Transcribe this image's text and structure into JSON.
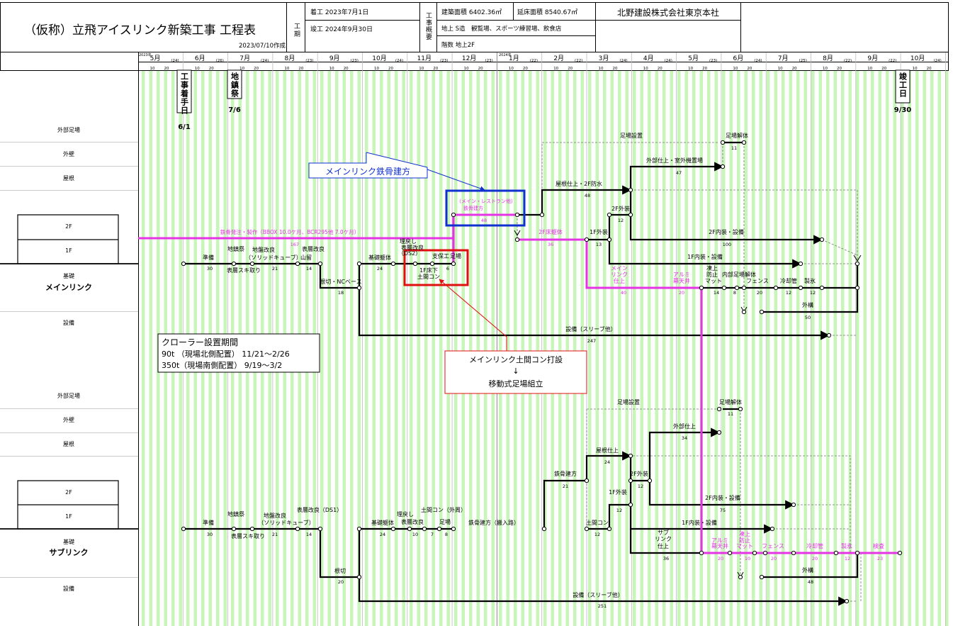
{
  "header": {
    "title": "（仮称）立飛アイスリンク新築工事 工程表",
    "created": "2023/07/10作成",
    "period_label": "工期",
    "start": "着工 2023年7月1日",
    "end": "竣工 2024年9月30日",
    "overview_label": "工事概要",
    "area1": "建築面積 6402.36㎡",
    "area2": "延床面積 8540.67㎡",
    "structure": "地上 S造　観覧場、スポーツ練習場、飲食店",
    "floors": "階数 地上2F",
    "company": "北野建設株式会社東京本社"
  },
  "timeline": {
    "year_start": "2023年",
    "year_2024": "2024年",
    "months": [
      {
        "label": "5月",
        "days": "(24)"
      },
      {
        "label": "6月",
        "days": "(26)"
      },
      {
        "label": "7月",
        "days": "(24)"
      },
      {
        "label": "8月",
        "days": "(23)"
      },
      {
        "label": "9月",
        "days": "(23)"
      },
      {
        "label": "10月",
        "days": "(24)"
      },
      {
        "label": "11月",
        "days": "(23)"
      },
      {
        "label": "12月",
        "days": "(23)"
      },
      {
        "label": "1月",
        "days": "(22)"
      },
      {
        "label": "2月",
        "days": "(22)"
      },
      {
        "label": "3月",
        "days": "(24)"
      },
      {
        "label": "4月",
        "days": "(24)"
      },
      {
        "label": "5月",
        "days": "(23)"
      },
      {
        "label": "6月",
        "days": "(24)"
      },
      {
        "label": "7月",
        "days": "(25)"
      },
      {
        "label": "8月",
        "days": "(22)"
      },
      {
        "label": "9月",
        "days": "(22)"
      },
      {
        "label": "10月",
        "days": "(24)"
      }
    ],
    "tick_10": "10",
    "tick_20": "20"
  },
  "milestones": {
    "start_label": "工事着手日",
    "start_date": "6/1",
    "ground_label": "地鎮祭",
    "ground_date": "7/6",
    "finish_label": "竣工日",
    "finish_date": "9/30"
  },
  "rows_main": {
    "title1": "基礎",
    "title2": "メインリンク",
    "labels": [
      "外部足場",
      "外壁",
      "屋根",
      "2F",
      "1F",
      "設備"
    ]
  },
  "rows_sub": {
    "title1": "基礎",
    "title2": "サブリンク",
    "labels": [
      "外部足場",
      "外壁",
      "屋根",
      "2F",
      "1F",
      "設備"
    ]
  },
  "callouts": {
    "steel": "メインリンク鉄骨建方",
    "crawler_title": "クローラー設置期間",
    "crawler_1": "90t （現場北側配置） 11/21～2/26",
    "crawler_2": "350t（現場南側配置） 9/19～3/2",
    "slab_1": "メインリンク土間コン打設",
    "slab_arrow": "↓",
    "slab_2": "移動式足場組立"
  },
  "tasks_main": [
    {
      "label": "鉄骨発注・製作（BBOX 10.0ケ月、BCR295他 7.0ケ月）",
      "num": "167"
    },
    {
      "label": "準備",
      "num": "30"
    },
    {
      "label": "地鎮祭",
      "num": ""
    },
    {
      "label": "表層スキ取り",
      "num": ""
    },
    {
      "label": "地盤改良",
      "num": ""
    },
    {
      "label": "（ソリッドキューブ）",
      "num": "21"
    },
    {
      "label": "表層改良",
      "num": ""
    },
    {
      "label": "山留",
      "num": "14"
    },
    {
      "label": "根切・NCベース",
      "num": "18"
    },
    {
      "label": "基礎躯体",
      "num": "24"
    },
    {
      "label": "埋戻し",
      "num": ""
    },
    {
      "label": "表層改良",
      "num": ""
    },
    {
      "label": "（DS2）",
      "num": ""
    },
    {
      "label": "1F床下",
      "num": ""
    },
    {
      "label": "土間コン",
      "num": ""
    },
    {
      "label": "支保工",
      "num": ""
    },
    {
      "label": "足場",
      "num": "6"
    },
    {
      "label": "（メイン・レストラン他）",
      "num": ""
    },
    {
      "label": "鉄骨建方",
      "num": "48"
    },
    {
      "label": "屋根仕上・2F防水",
      "num": "48"
    },
    {
      "label": "足場設置",
      "num": ""
    },
    {
      "label": "足場解体",
      "num": "11"
    },
    {
      "label": "外部仕上・室外機置場",
      "num": "47"
    },
    {
      "label": "2F外装",
      "num": "12"
    },
    {
      "label": "2F床躯体",
      "num": "36"
    },
    {
      "label": "1F外装",
      "num": "13"
    },
    {
      "label": "2F内装・設備",
      "num": "100"
    },
    {
      "label": "1F内装・設備",
      "num": ""
    },
    {
      "label": "メイン",
      "num": ""
    },
    {
      "label": "リンク",
      "num": ""
    },
    {
      "label": "仕上",
      "num": "40"
    },
    {
      "label": "アルミ",
      "num": ""
    },
    {
      "label": "幕天井",
      "num": "20"
    },
    {
      "label": "凍上",
      "num": ""
    },
    {
      "label": "防止",
      "num": ""
    },
    {
      "label": "マット",
      "num": "14"
    },
    {
      "label": "内部足場解体",
      "num": "8"
    },
    {
      "label": "フェンス",
      "num": "20"
    },
    {
      "label": "冷却管",
      "num": "12"
    },
    {
      "label": "製氷",
      "num": "12"
    },
    {
      "label": "外構",
      "num": "50"
    },
    {
      "label": "設備（スリーブ他）",
      "num": "247"
    }
  ],
  "tasks_sub": [
    {
      "label": "準備",
      "num": "30"
    },
    {
      "label": "地鎮祭",
      "num": ""
    },
    {
      "label": "表層スキ取り",
      "num": ""
    },
    {
      "label": "地盤改良",
      "num": ""
    },
    {
      "label": "（ソリッドキューブ）",
      "num": "21"
    },
    {
      "label": "表層改良（DS1）",
      "num": "14"
    },
    {
      "label": "根切",
      "num": "20"
    },
    {
      "label": "基礎躯体",
      "num": "24"
    },
    {
      "label": "埋戻し",
      "num": ""
    },
    {
      "label": "表層改良",
      "num": "10"
    },
    {
      "label": "土間コン（外周）",
      "num": "7"
    },
    {
      "label": "足場",
      "num": "8"
    },
    {
      "label": "鉄骨建方（搬入路）",
      "num": ""
    },
    {
      "label": "鉄骨建方",
      "num": "21"
    },
    {
      "label": "足場設置",
      "num": ""
    },
    {
      "label": "足場解体",
      "num": "11"
    },
    {
      "label": "外部仕上",
      "num": "34"
    },
    {
      "label": "屋根仕上",
      "num": "24"
    },
    {
      "label": "2F外装",
      "num": "12"
    },
    {
      "label": "1F外装",
      "num": "12"
    },
    {
      "label": "土間コン",
      "num": "12"
    },
    {
      "label": "2F内装・設備",
      "num": "75"
    },
    {
      "label": "1F内装・設備",
      "num": ""
    },
    {
      "label": "サブ",
      "num": ""
    },
    {
      "label": "リンク",
      "num": ""
    },
    {
      "label": "仕上",
      "num": "36"
    },
    {
      "label": "アルミ",
      "num": ""
    },
    {
      "label": "幕天井",
      "num": "20"
    },
    {
      "label": "凍上",
      "num": ""
    },
    {
      "label": "防止",
      "num": ""
    },
    {
      "label": "マット",
      "num": "10"
    },
    {
      "label": "フェンス",
      "num": "20"
    },
    {
      "label": "冷却管",
      "num": "20"
    },
    {
      "label": "製氷",
      "num": "12"
    },
    {
      "label": "検査",
      "num": "23"
    },
    {
      "label": "外構",
      "num": "48"
    },
    {
      "label": "設備（スリーブ他）",
      "num": "251"
    }
  ],
  "colors": {
    "green_stripe": "#c8f5b8",
    "magenta": "#e633e6",
    "blue_box": "#1030d0",
    "red_box": "#e01010",
    "black": "#000000"
  }
}
